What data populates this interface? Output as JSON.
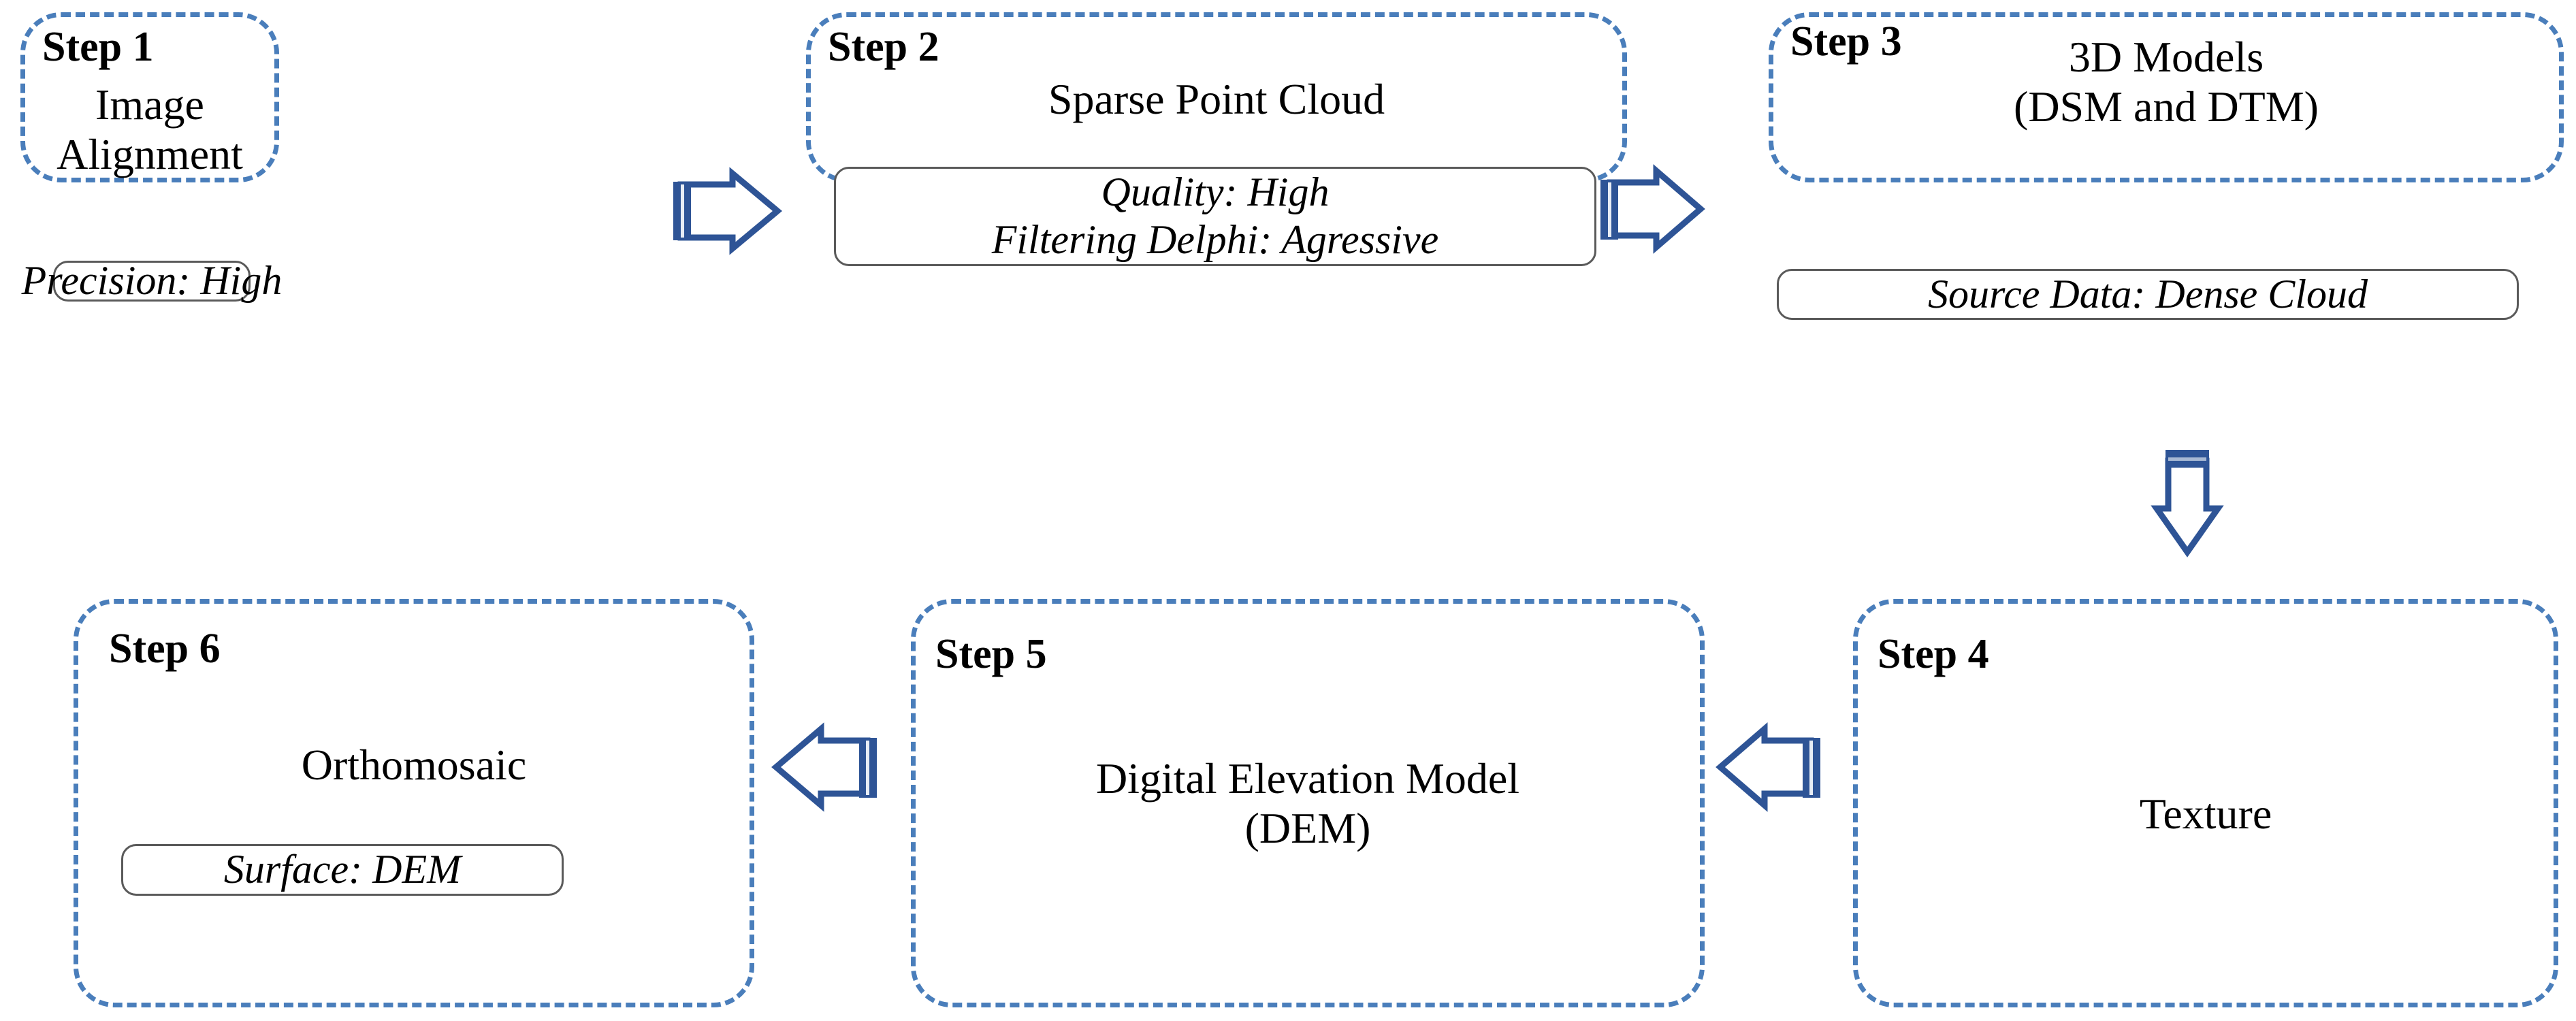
{
  "diagram": {
    "title": "Photogrammetric processing workflow",
    "accent_color": "#4a7ebb",
    "arrow_color": "#2e5496",
    "param_border_color": "#5a5a5a",
    "text_color": "#000000",
    "background": "#ffffff"
  },
  "steps": [
    {
      "id": "step-1",
      "label": "Step 1",
      "title": "Image Alignment",
      "params": [
        "Precision: High"
      ]
    },
    {
      "id": "step-2",
      "label": "Step 2",
      "title": "Sparse Point Cloud",
      "params": [
        "Quality: High",
        "Filtering Delphi: Agressive"
      ]
    },
    {
      "id": "step-3",
      "label": "Step 3",
      "title": "3D Models\n(DSM and DTM)",
      "params": [
        "Source Data: Dense Cloud"
      ]
    },
    {
      "id": "step-4",
      "label": "Step 4",
      "title": "Texture",
      "params": []
    },
    {
      "id": "step-5",
      "label": "Step 5",
      "title": "Digital Elevation Model\n(DEM)",
      "params": []
    },
    {
      "id": "step-6",
      "label": "Step 6",
      "title": "Orthomosaic",
      "params": [
        "Surface: DEM"
      ]
    }
  ],
  "arrows": [
    {
      "id": "arrow-1-to-2",
      "icon": "arrow-right-icon",
      "direction": "right",
      "from": "step-1",
      "to": "step-2"
    },
    {
      "id": "arrow-2-to-3",
      "icon": "arrow-right-icon",
      "direction": "right",
      "from": "step-2",
      "to": "step-3"
    },
    {
      "id": "arrow-3-to-4",
      "icon": "arrow-down-icon",
      "direction": "down",
      "from": "step-3",
      "to": "step-4"
    },
    {
      "id": "arrow-4-to-5",
      "icon": "arrow-left-icon",
      "direction": "left",
      "from": "step-4",
      "to": "step-5"
    },
    {
      "id": "arrow-5-to-6",
      "icon": "arrow-left-icon",
      "direction": "left",
      "from": "step-5",
      "to": "step-6"
    }
  ]
}
